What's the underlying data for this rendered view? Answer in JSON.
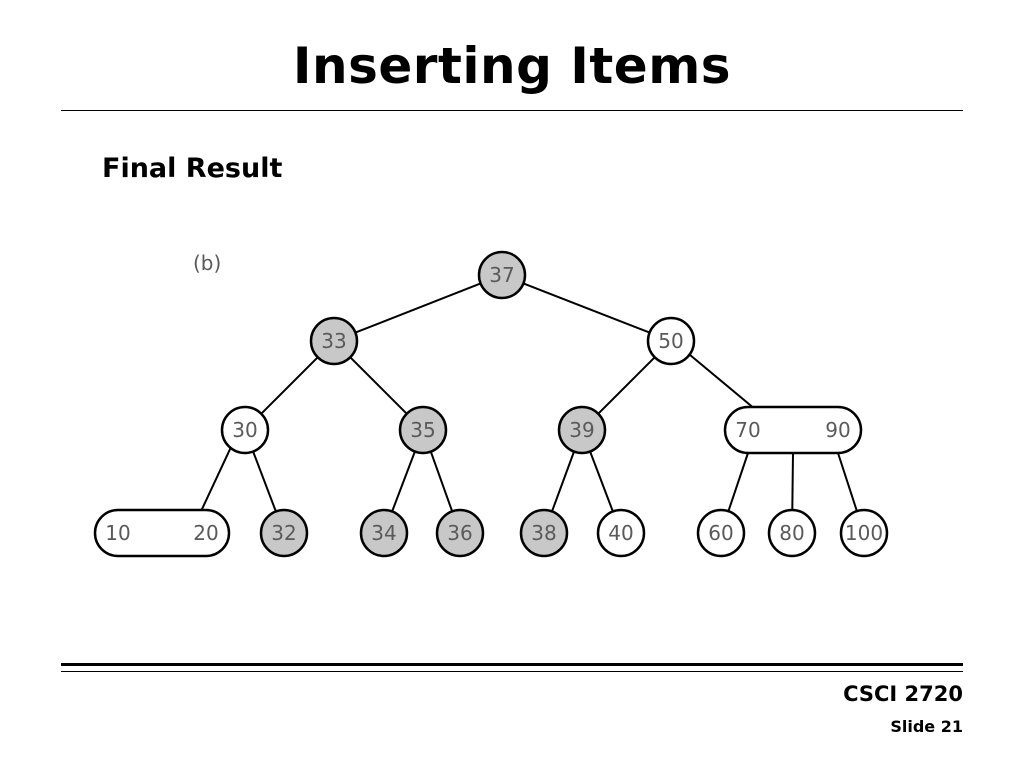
{
  "slide": {
    "title": "Inserting Items",
    "subtitle": "Final Result",
    "course": "CSCI 2720",
    "slide_number": "Slide 21"
  },
  "diagram": {
    "panel_label": "(b)",
    "colors": {
      "shaded_fill": "#c8c8c8",
      "plain_fill": "#ffffff",
      "stroke": "#000000"
    },
    "nodes": {
      "n37": {
        "keys": [
          "37"
        ],
        "shaded": true
      },
      "n33": {
        "keys": [
          "33"
        ],
        "shaded": true
      },
      "n50": {
        "keys": [
          "50"
        ],
        "shaded": false
      },
      "n30": {
        "keys": [
          "30"
        ],
        "shaded": false
      },
      "n35": {
        "keys": [
          "35"
        ],
        "shaded": true
      },
      "n39": {
        "keys": [
          "39"
        ],
        "shaded": true
      },
      "n7090": {
        "keys": [
          "70",
          "90"
        ],
        "shaded": false
      },
      "n1020": {
        "keys": [
          "10",
          "20"
        ],
        "shaded": false
      },
      "n32": {
        "keys": [
          "32"
        ],
        "shaded": true
      },
      "n34": {
        "keys": [
          "34"
        ],
        "shaded": true
      },
      "n36": {
        "keys": [
          "36"
        ],
        "shaded": true
      },
      "n38": {
        "keys": [
          "38"
        ],
        "shaded": true
      },
      "n40": {
        "keys": [
          "40"
        ],
        "shaded": false
      },
      "n60": {
        "keys": [
          "60"
        ],
        "shaded": false
      },
      "n80": {
        "keys": [
          "80"
        ],
        "shaded": false
      },
      "n100": {
        "keys": [
          "100"
        ],
        "shaded": false
      }
    },
    "edges": [
      [
        "n37",
        "n33"
      ],
      [
        "n37",
        "n50"
      ],
      [
        "n33",
        "n30"
      ],
      [
        "n33",
        "n35"
      ],
      [
        "n50",
        "n39"
      ],
      [
        "n50",
        "n7090"
      ],
      [
        "n30",
        "n1020"
      ],
      [
        "n30",
        "n32"
      ],
      [
        "n35",
        "n34"
      ],
      [
        "n35",
        "n36"
      ],
      [
        "n39",
        "n38"
      ],
      [
        "n39",
        "n40"
      ],
      [
        "n7090",
        "n60"
      ],
      [
        "n7090",
        "n80"
      ],
      [
        "n7090",
        "n100"
      ]
    ]
  }
}
